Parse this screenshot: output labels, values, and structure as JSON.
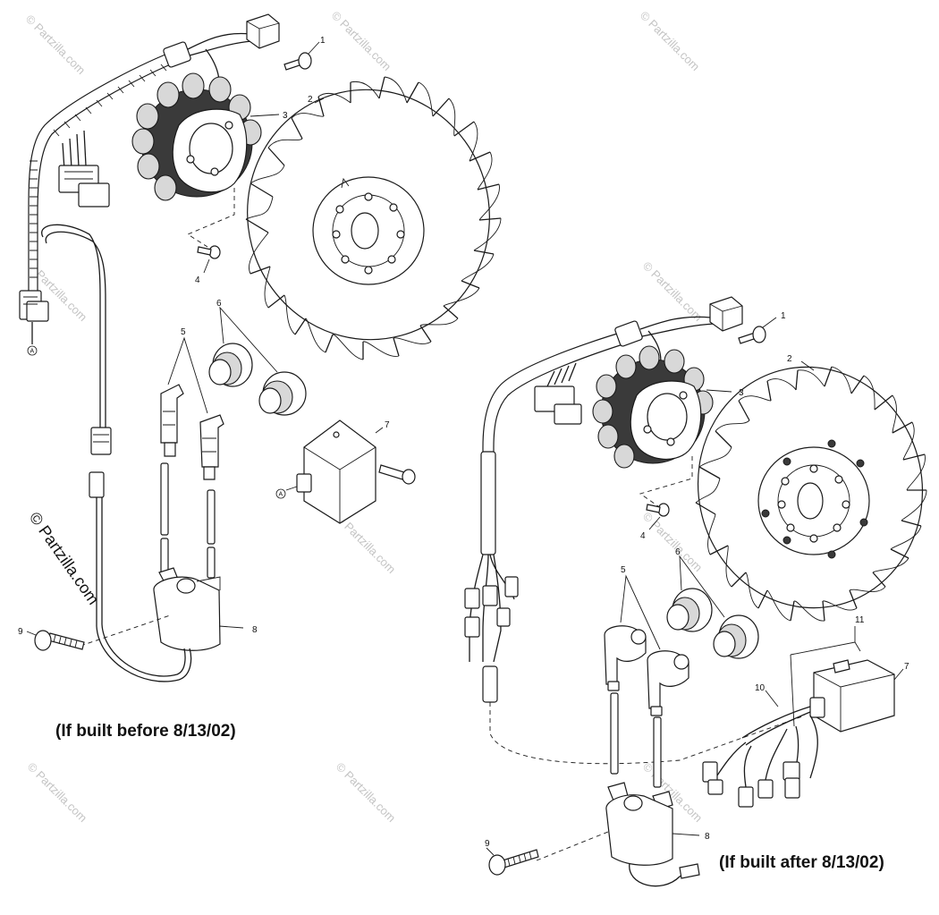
{
  "watermark": {
    "small": "© Partzilla.com",
    "big": "© Partzilla.com"
  },
  "captions": {
    "left": "(If built before 8/13/02)",
    "right": "(If built after 8/13/02)"
  },
  "left_callouts": [
    "1",
    "2",
    "3",
    "4",
    "5",
    "6",
    "7",
    "8",
    "9"
  ],
  "right_callouts": [
    "1",
    "2",
    "3",
    "4",
    "5",
    "6",
    "7",
    "8",
    "9",
    "10",
    "11"
  ],
  "connector_ref": "A"
}
